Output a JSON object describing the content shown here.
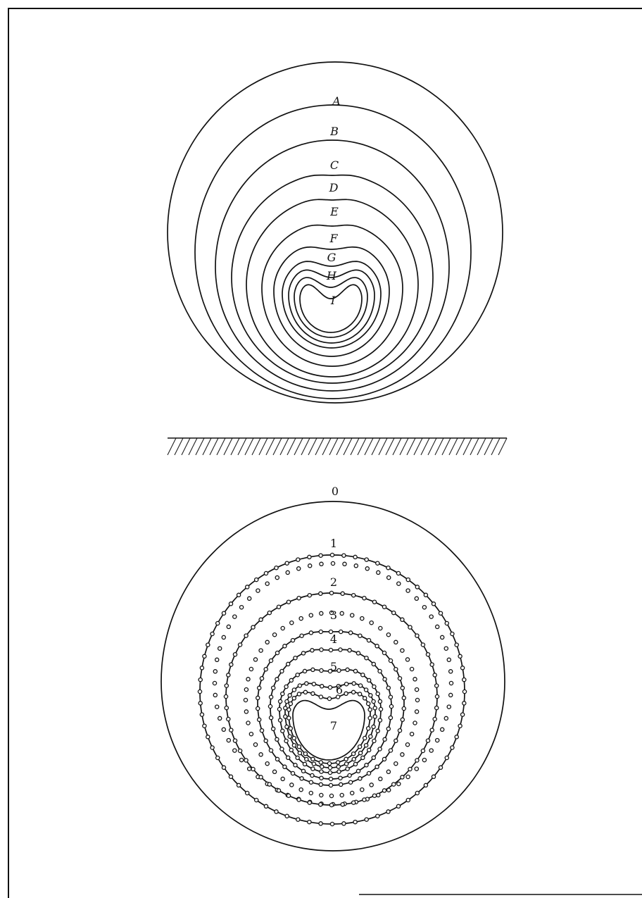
{
  "top_panel": {
    "labels": [
      "A",
      "B",
      "C",
      "D",
      "E",
      "F",
      "G",
      "H",
      "I"
    ]
  },
  "bottom_panel": {
    "labels": [
      "0",
      "1",
      "2",
      "3",
      "4",
      "5",
      "6",
      "7"
    ]
  },
  "colors": {
    "ink": "#111111",
    "paper": "#ffffff"
  }
}
